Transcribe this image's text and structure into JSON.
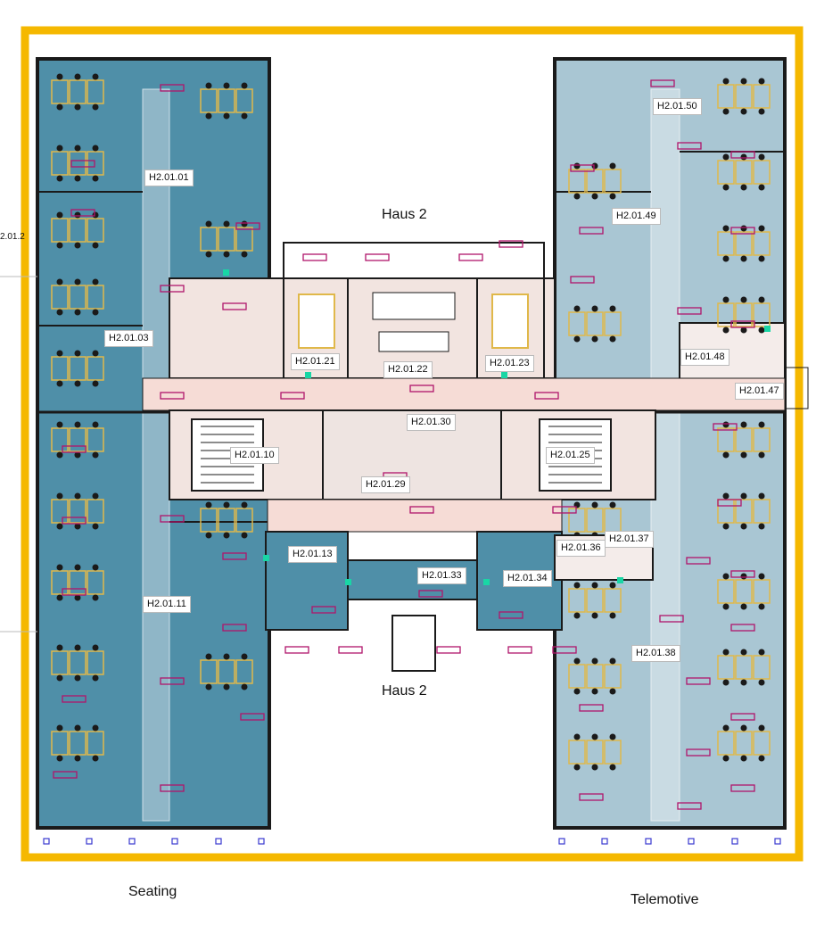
{
  "floor_labels": {
    "top": "Haus 2",
    "bottom": "Haus 2"
  },
  "captions": {
    "left": "Seating",
    "right": "Telemotive"
  },
  "edge_label": "2.01.2",
  "rooms": [
    {
      "id": "H2.01.01"
    },
    {
      "id": "H2.01.03"
    },
    {
      "id": "H2.01.11"
    },
    {
      "id": "H2.01.10"
    },
    {
      "id": "H2.01.13"
    },
    {
      "id": "H2.01.21"
    },
    {
      "id": "H2.01.22"
    },
    {
      "id": "H2.01.23"
    },
    {
      "id": "H2.01.30"
    },
    {
      "id": "H2.01.29"
    },
    {
      "id": "H2.01.33"
    },
    {
      "id": "H2.01.34"
    },
    {
      "id": "H2.01.25"
    },
    {
      "id": "H2.01.36"
    },
    {
      "id": "H2.01.37"
    },
    {
      "id": "H2.01.38"
    },
    {
      "id": "H2.01.47"
    },
    {
      "id": "H2.01.48"
    },
    {
      "id": "H2.01.49"
    },
    {
      "id": "H2.01.50"
    }
  ],
  "colors": {
    "frame": "#f5b800",
    "left_wing": "#4f8fa8",
    "right_wing": "#a9c6d3",
    "corridor": "#f6dcd6",
    "core": "#f2e4e0",
    "walls": "#1a1a1a",
    "desk": "#e0b84a",
    "tag": "#b0156b",
    "marker": "#19d6a5"
  }
}
